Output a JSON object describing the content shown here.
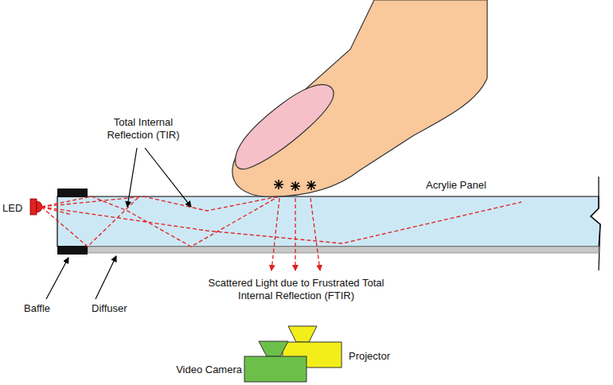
{
  "diagram": {
    "nodes": [
      {
        "text": [
          "Acrylie Panel"
        ]
      }
    ],
    "labels": [
      "Total Internal Reflection (TIR)",
      "LED",
      "Baffle",
      "Diffuser",
      "Scattered Light due to Frustrated Total Internal Reflection (FTIR)",
      "Projector",
      "Video Camera"
    ]
  }
}
